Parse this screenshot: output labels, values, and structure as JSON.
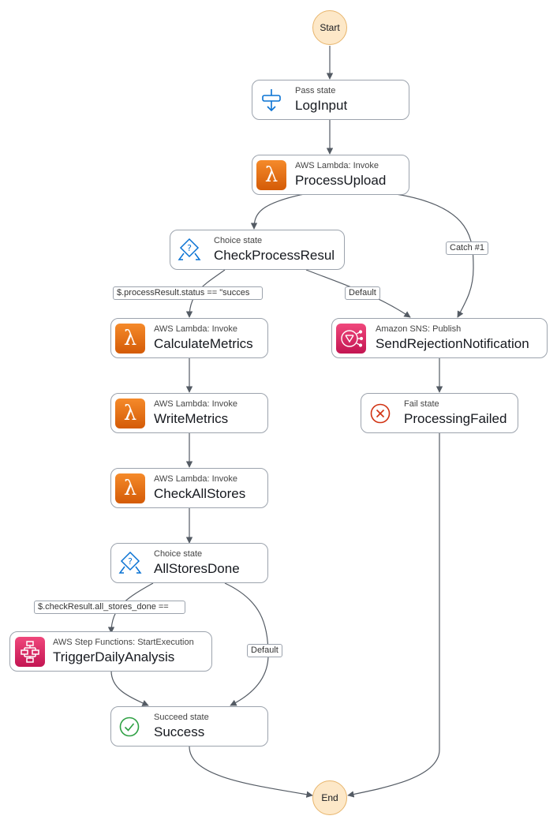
{
  "terminals": {
    "start": "Start",
    "end": "End"
  },
  "nodes": {
    "log_input": {
      "type": "Pass state",
      "name": "LogInput",
      "icon": "pass-icon"
    },
    "process_upload": {
      "type": "AWS Lambda: Invoke",
      "name": "ProcessUpload",
      "icon": "lambda-icon"
    },
    "check_process_result": {
      "type": "Choice state",
      "name": "CheckProcessResul",
      "icon": "choice-icon"
    },
    "calculate_metrics": {
      "type": "AWS Lambda: Invoke",
      "name": "CalculateMetrics",
      "icon": "lambda-icon"
    },
    "write_metrics": {
      "type": "AWS Lambda: Invoke",
      "name": "WriteMetrics",
      "icon": "lambda-icon"
    },
    "check_all_stores": {
      "type": "AWS Lambda: Invoke",
      "name": "CheckAllStores",
      "icon": "lambda-icon"
    },
    "all_stores_done": {
      "type": "Choice state",
      "name": "AllStoresDone",
      "icon": "choice-icon"
    },
    "trigger_daily_analysis": {
      "type": "AWS Step Functions: StartExecution",
      "name": "TriggerDailyAnalysis",
      "icon": "step-functions-icon"
    },
    "success": {
      "type": "Succeed state",
      "name": "Success",
      "icon": "check-circle-icon"
    },
    "send_rejection_notification": {
      "type": "Amazon SNS: Publish",
      "name": "SendRejectionNotification",
      "icon": "sns-icon"
    },
    "processing_failed": {
      "type": "Fail state",
      "name": "ProcessingFailed",
      "icon": "x-circle-icon"
    }
  },
  "edge_labels": {
    "catch1": "Catch #1",
    "status_success": "$.processResult.status == \"succes",
    "default1": "Default",
    "all_stores_done": "$.checkResult.all_stores_done ==",
    "default2": "Default"
  },
  "colors": {
    "terminal_fill": "#fde8c8",
    "lambda_orange": "#e8731a",
    "pink": "#e7157b",
    "choice_blue": "#0972d3",
    "success_green": "#2ea043",
    "fail_red": "#d13212"
  }
}
